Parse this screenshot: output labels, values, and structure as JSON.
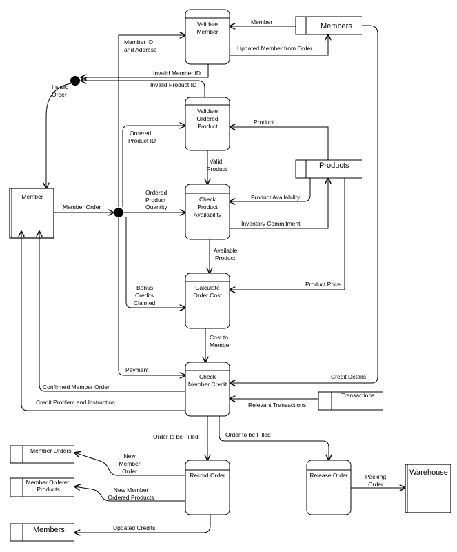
{
  "processes": [
    {
      "id": "validate_member",
      "lines": [
        "Validate",
        "Member"
      ]
    },
    {
      "id": "validate_product",
      "lines": [
        "Validate",
        "Ordered",
        "Product"
      ]
    },
    {
      "id": "check_availability",
      "lines": [
        "Check",
        "Product",
        "Availability"
      ]
    },
    {
      "id": "calc_cost",
      "lines": [
        "Calculate",
        "Order Cost"
      ]
    },
    {
      "id": "check_credit",
      "lines": [
        "Check",
        "Member Credit"
      ]
    },
    {
      "id": "record_order",
      "lines": [
        "Record Order"
      ]
    },
    {
      "id": "release_order",
      "lines": [
        "Release Order"
      ]
    }
  ],
  "stores": {
    "members_top": "Members",
    "products": "Products",
    "transactions": "Transactions",
    "member_orders": "Member Orders",
    "member_ordered_products": [
      "Member Ordered",
      "Products"
    ],
    "members_bottom": "Members"
  },
  "entities": {
    "member": "Member",
    "warehouse": "Warehouse"
  },
  "flows": {
    "member_to_validate": "Member",
    "updated_member": "Updated Member from Order",
    "member_id_address": [
      "Member ID",
      "and Address"
    ],
    "invalid_member_id": "Invalid Member ID",
    "invalid_product_id": "Invalid Product ID",
    "invalid_order": [
      "Invalid",
      "Order"
    ],
    "product": "Product",
    "ordered_product_id": [
      "Ordered",
      "Product ID"
    ],
    "valid_product": [
      "Valid",
      "Product"
    ],
    "member_order": "Member Order",
    "ordered_product_qty": [
      "Ordered",
      "Product",
      "Quantity"
    ],
    "product_availability": "Product Availability",
    "inventory_commitment": "Inventory Commitment",
    "available_product": [
      "Available",
      "Product"
    ],
    "bonus_credits": [
      "Bonus",
      "Credits",
      "Claimed"
    ],
    "product_price": "Product Price",
    "cost_to_member": [
      "Cost to",
      "Member"
    ],
    "payment": "Payment",
    "credit_details": "Credit Details",
    "confirmed_member_order": "Confirmed Member Order",
    "relevant_transactions": "Relevant Transactions",
    "credit_problem": "Credit Problem and Instruction",
    "order_to_be_filled_1": "Order to be Filled",
    "order_to_be_filled_2": "Order to be Filled",
    "new_member_order": [
      "New",
      "Member",
      "Order"
    ],
    "new_member_ordered_products": [
      "New Member",
      "Ordered Products"
    ],
    "updated_credits": "Updated Credits",
    "packing_order": [
      "Packing",
      "Order"
    ]
  }
}
